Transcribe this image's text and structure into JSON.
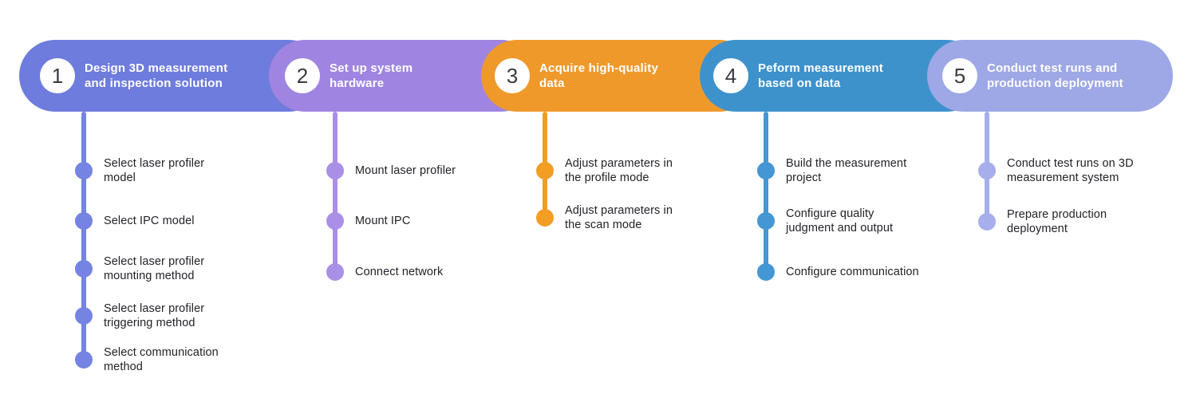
{
  "palette": {
    "bg": "#ffffff",
    "title-text": "#ffffff",
    "number-text": "#3a3a42",
    "body-text": "#222228",
    "step1": "#6E7CDD",
    "step1-accent": "#7583E3",
    "step2": "#9F85E1",
    "step2-accent": "#A98FE6",
    "step3": "#F0992B",
    "step3-accent": "#F29D23",
    "step4": "#3E92CC",
    "step4-accent": "#4497D2",
    "step5": "#9EA8E6",
    "step5-accent": "#A6AEEB"
  },
  "steps": [
    {
      "number": "1",
      "title": "Design 3D measurement\nand inspection solution",
      "items": [
        "Select laser profiler\nmodel",
        "Select IPC model",
        "Select laser profiler\nmounting method",
        "Select laser profiler\ntriggering method",
        "Select communication\nmethod"
      ]
    },
    {
      "number": "2",
      "title": "Set up system\nhardware",
      "items": [
        "Mount laser profiler",
        "Mount IPC",
        "Connect network"
      ]
    },
    {
      "number": "3",
      "title": "Acquire high-quality\ndata",
      "items": [
        "Adjust parameters in\nthe profile mode",
        "Adjust parameters in\nthe scan mode"
      ]
    },
    {
      "number": "4",
      "title": "Peform measurement\nbased on data",
      "items": [
        "Build the measurement\nproject",
        "Configure quality\njudgment and output",
        "Configure communication"
      ]
    },
    {
      "number": "5",
      "title": "Conduct test runs and\nproduction deployment",
      "items": [
        "Conduct test runs on 3D\nmeasurement system",
        "Prepare production\ndeployment"
      ]
    }
  ]
}
